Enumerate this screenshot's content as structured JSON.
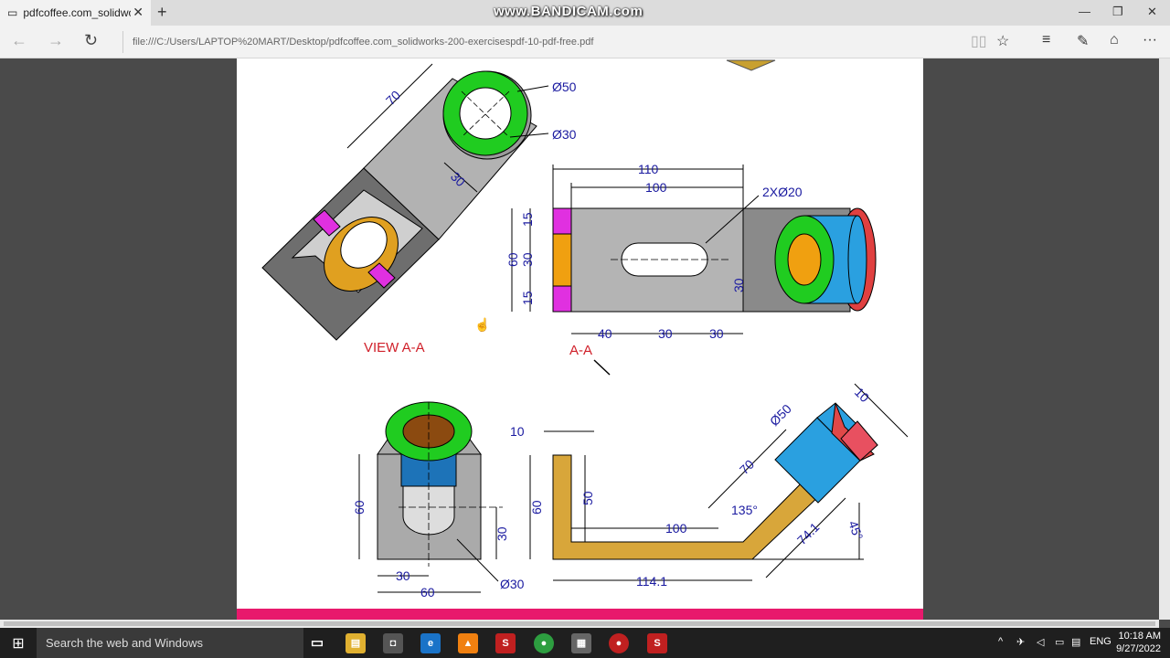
{
  "tab": {
    "title": "pdfcoffee.com_solidwork"
  },
  "watermark": "www.BANDICAM.com",
  "address": "file:///C:/Users/LAPTOP%20MART/Desktop/pdfcoffee.com_solidworks-200-exercisespdf-10-pdf-free.pdf",
  "drawing": {
    "iso_dims": {
      "len": "70",
      "d_outer": "Ø50",
      "d_inner": "Ø30",
      "w": "30"
    },
    "view_label": "VIEW A-A",
    "section_label": "A-A",
    "top_dims": {
      "d110": "110",
      "d100": "100",
      "holes": "2XØ20",
      "d60": "60",
      "d15a": "15",
      "d30": "30",
      "d15b": "15",
      "d40": "40",
      "d30a": "30",
      "d30b": "30",
      "d30v": "30"
    },
    "front_dims": {
      "d60": "60",
      "d30": "30",
      "d30w": "30",
      "d60w": "60",
      "dia": "Ø30"
    },
    "side_dims": {
      "d10": "10",
      "d60": "60",
      "d50": "50",
      "d100": "100",
      "a135": "135°",
      "d70": "70",
      "d50d": "Ø50",
      "d10r": "10",
      "d74": "74.1",
      "a45": "45°",
      "d114": "114.1"
    }
  },
  "taskbar": {
    "search": "Search the web and Windows",
    "lang": "ENG",
    "time": "10:18 AM",
    "date": "9/27/2022"
  }
}
